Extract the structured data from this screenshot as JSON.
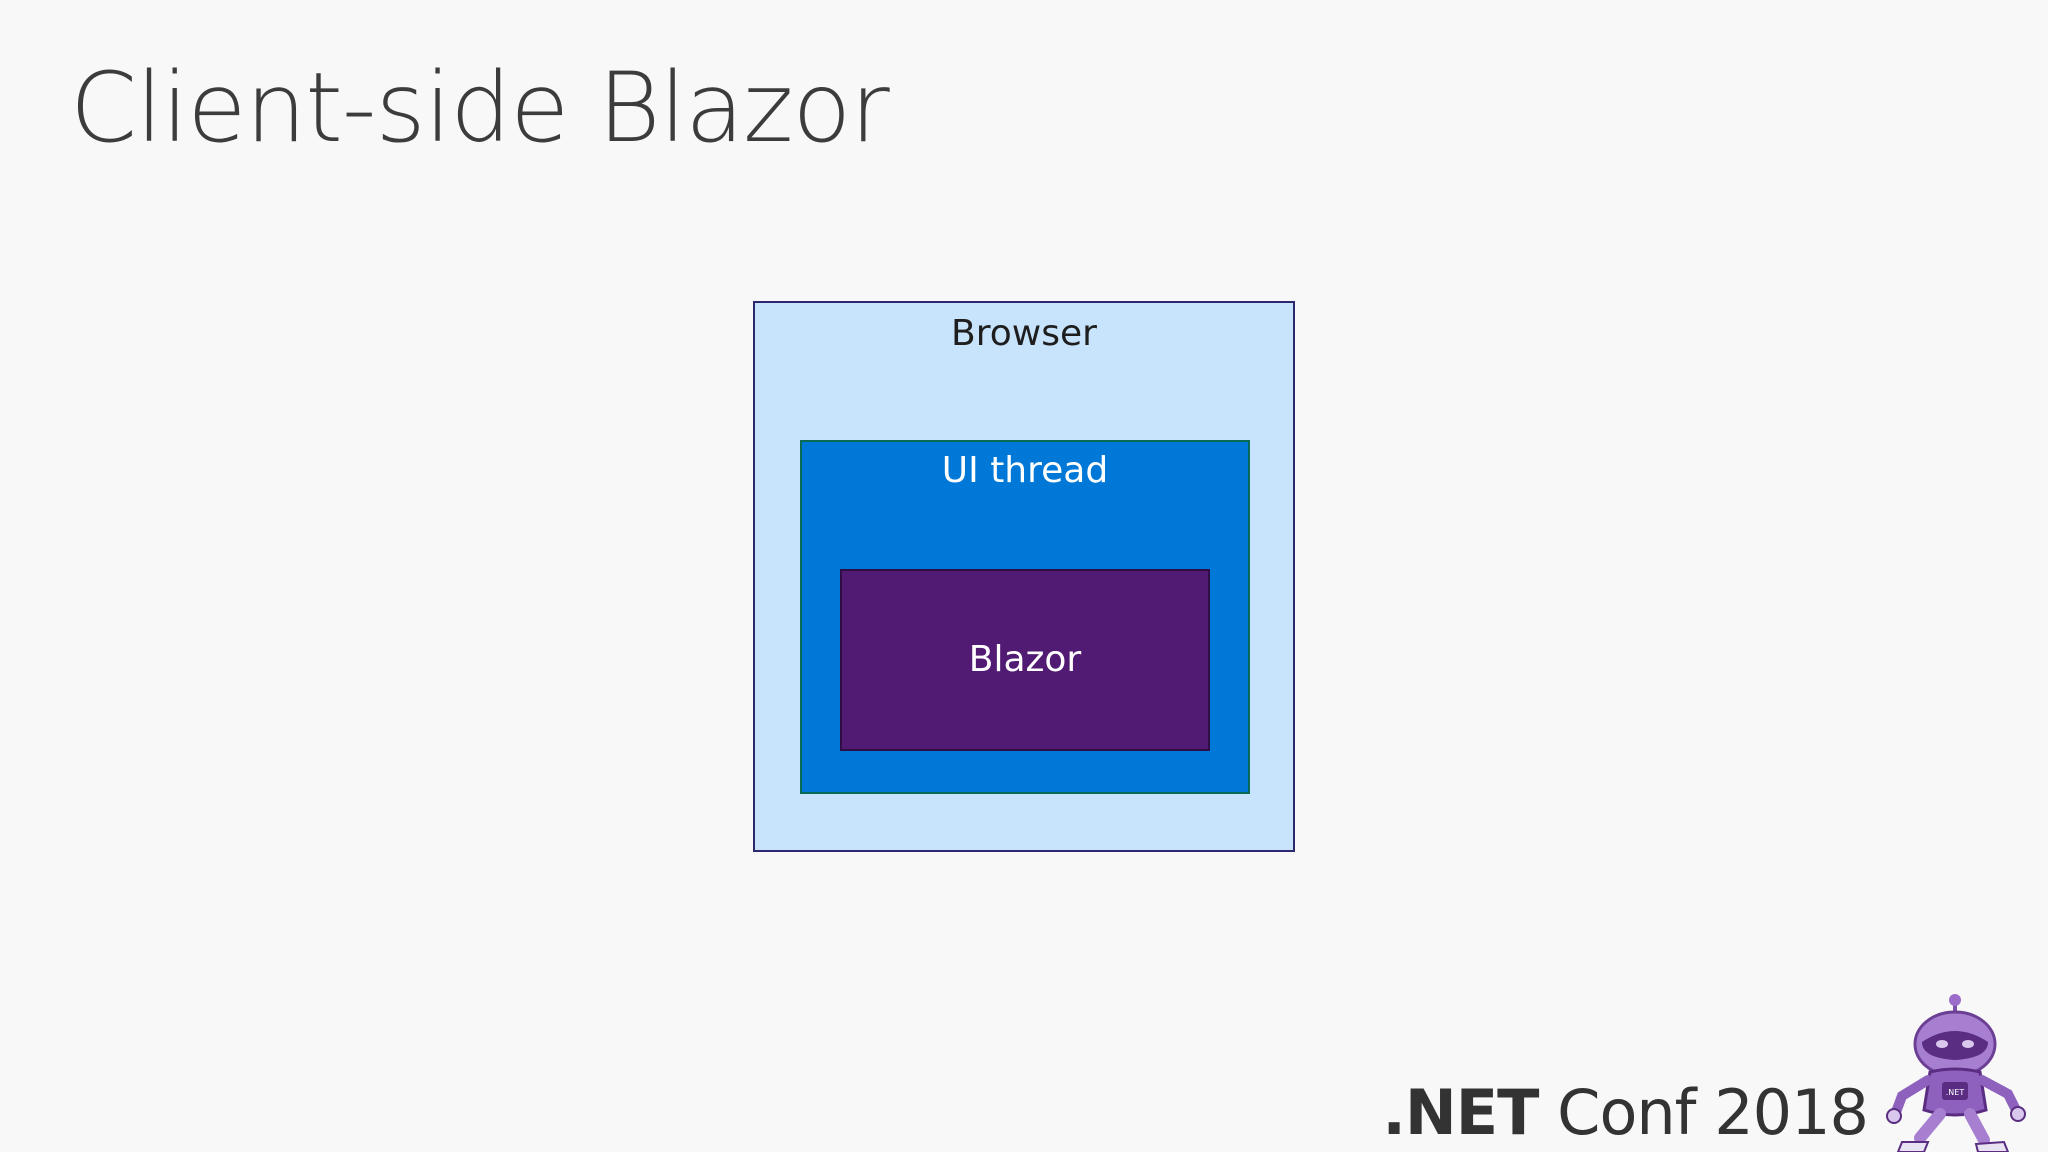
{
  "slide": {
    "title": "Client-side Blazor"
  },
  "diagram": {
    "outer": {
      "label": "Browser",
      "color": "#c7e4fc"
    },
    "middle": {
      "label": "UI thread",
      "color": "#0078d7"
    },
    "inner": {
      "label": "Blazor",
      "color": "#511a73"
    }
  },
  "footer": {
    "brand_net": ".NET",
    "brand_rest": " Conf 2018",
    "mascot_badge": ".NET",
    "mascot_icon": "robot-mascot-icon"
  }
}
